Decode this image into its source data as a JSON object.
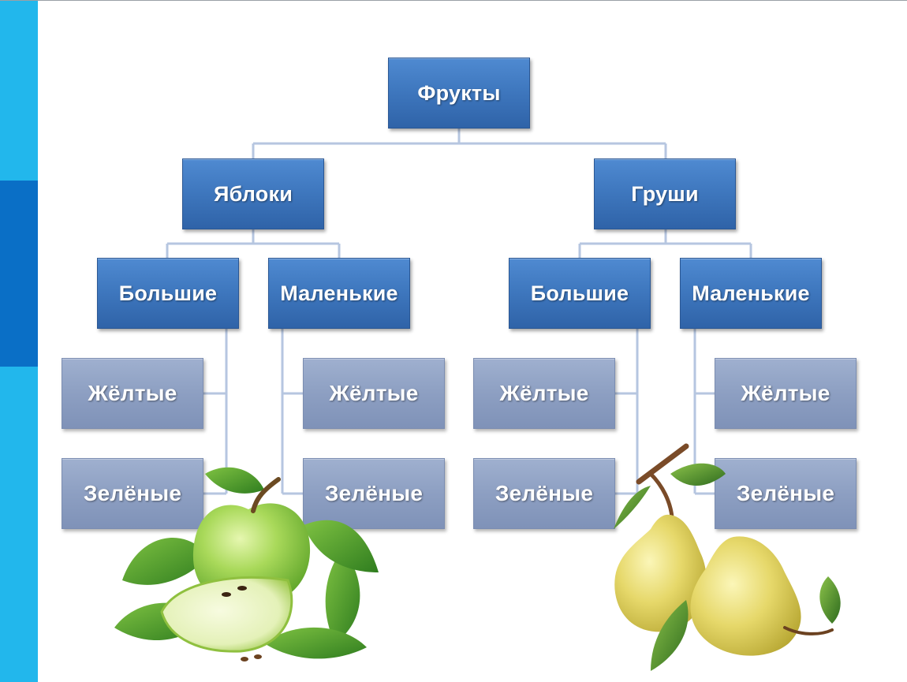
{
  "diagram": {
    "root": "Фрукты",
    "branches": [
      {
        "label": "Яблоки",
        "children": [
          {
            "label": "Большие",
            "children": [
              "Жёлтые",
              "Зелёные"
            ]
          },
          {
            "label": "Маленькие",
            "children": [
              "Жёлтые",
              "Зелёные"
            ]
          }
        ]
      },
      {
        "label": "Груши",
        "children": [
          {
            "label": "Большие",
            "children": [
              "Жёлтые",
              "Зелёные"
            ]
          },
          {
            "label": "Маленькие",
            "children": [
              "Жёлтые",
              "Зелёные"
            ]
          }
        ]
      }
    ]
  },
  "colors": {
    "side_bar_light": "#22b7ec",
    "side_bar_dark": "#0a6fc6",
    "box_blue": "#3f78bf",
    "box_gray": "#8d9fc2",
    "connector": "#b6c6e0"
  },
  "illustrations": [
    "green-apple",
    "yellow-pears"
  ]
}
